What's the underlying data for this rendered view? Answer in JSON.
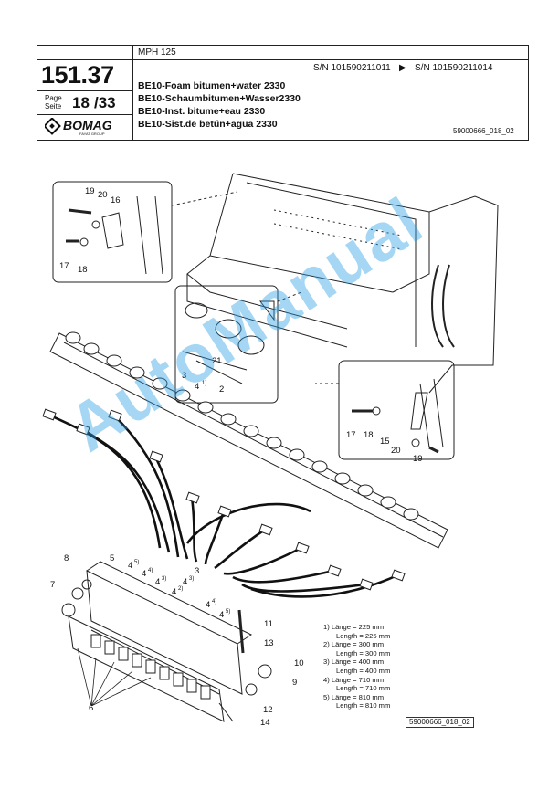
{
  "header": {
    "page_number": "151.37",
    "page_label_en": "Page",
    "page_label_de": "Seite",
    "page_current": "18",
    "page_total": "/33",
    "brand": "BOMAG",
    "brand_sub": "FAYAT GROUP",
    "model": "MPH 125",
    "serial_from": "S/N 101590211011",
    "serial_arrow": "▶",
    "serial_to": "S/N 101590211014",
    "titles": [
      "BE10-Foam bitumen+water 2330",
      "BE10-Schaumbitumen+Wasser2330",
      "BE10-Inst. bitume+eau 2330",
      "BE10-Sist.de betún+agua 2330"
    ],
    "drawing_ref": "59000666_018_02"
  },
  "callouts": {
    "c19a": "19",
    "c20a": "20",
    "c16": "16",
    "c17a": "17",
    "c18a": "18",
    "c21": "21",
    "c2": "2",
    "c3": "3",
    "c4_1": "4",
    "c17b": "17",
    "c18b": "18",
    "c15": "15",
    "c20b": "20",
    "c19b": "19",
    "c8": "8",
    "c5": "5",
    "c7": "7",
    "c6": "6",
    "c4_5a": "4",
    "c4_4a": "4",
    "c4_3a": "4",
    "c3b": "3",
    "c4_3b": "4",
    "c4_2": "4",
    "c4_4b": "4",
    "c4_5b": "4",
    "c11": "11",
    "c13": "13",
    "c10": "10",
    "c9": "9",
    "c12": "12",
    "c14": "14",
    "sup1": "1)",
    "sup2": "2)",
    "sup3": "3)",
    "sup4": "4)",
    "sup5": "5)"
  },
  "legend": [
    {
      "de": "1) Länge = 225 mm",
      "en": "Length = 225 mm"
    },
    {
      "de": "2) Länge = 300 mm",
      "en": "Length = 300 mm"
    },
    {
      "de": "3) Länge = 400 mm",
      "en": "Length = 400 mm"
    },
    {
      "de": "4) Länge = 710 mm",
      "en": "Length = 710 mm"
    },
    {
      "de": "5) Länge = 810 mm",
      "en": "Length = 810 mm"
    }
  ],
  "figure_ref": "59000666_018_02",
  "watermark": "AutoManual"
}
